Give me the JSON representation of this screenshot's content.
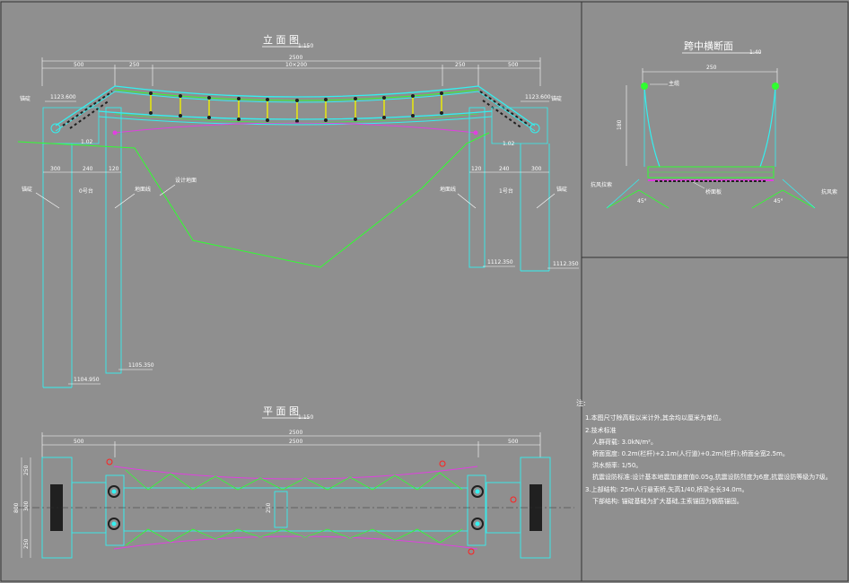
{
  "elevation": {
    "title": "立 面 图",
    "scale": "1:150",
    "dims_top": [
      "500",
      "250",
      "10×200",
      "250",
      "500"
    ],
    "overall": "2500",
    "left_elev": "1123.600",
    "right_elev": "1123.600",
    "left_slope": "1.02",
    "right_slope": "1.02",
    "left_label": "锚碇",
    "right_label": "锚碇",
    "left_abut": "0号台",
    "right_abut": "1号台",
    "left_pier_dims": [
      "300",
      "240",
      "120"
    ],
    "right_pier_dims": [
      "120",
      "240",
      "300"
    ],
    "label_ground_left": "地面线",
    "label_design_left": "设计地面",
    "label_ground_right": "地面线",
    "bottom_elev_1": "1104.950",
    "bottom_elev_2": "1105.350",
    "bottom_elev_3": "1112.350",
    "bottom_elev_4": "1112.350",
    "left_anchor": "锚碇",
    "right_anchor": "锚碇"
  },
  "section": {
    "title": "跨中横断面",
    "scale": "1:40",
    "width_dim": "250",
    "height_dim": "180",
    "label_top": "主缆",
    "label_left": "抗风拉索",
    "label_right": "抗风索",
    "label_deck": "桥面板",
    "angle_left": "45°",
    "angle_right": "45°"
  },
  "plan": {
    "title": "平 面 图",
    "scale": "1:150",
    "dims_top": [
      "500",
      "2500",
      "500"
    ],
    "overall": "2500",
    "side_dims": [
      "250",
      "300",
      "250"
    ],
    "side_total": "800",
    "mid_dim": "250"
  },
  "notes": {
    "heading": "注:",
    "items": [
      "1.本图尺寸除高程以米计外,其余均以厘米为单位。",
      "2.技术标准",
      "人群荷载: 3.0kN/m²。",
      "桥面宽度: 0.2m(栏杆)+2.1m(人行道)+0.2m(栏杆);桥面全宽2.5m。",
      "洪水频率: 1/50。",
      "抗震设防标准:设计基本地震加速度值0.05g,抗震设防烈度为6度,抗震设防等级为7级。",
      "3.上部结构: 25m人行悬索桥,矢高1/40,桥梁全长34.0m。",
      "下部结构: 锚碇基础为扩大基础,主索锚固为钢筋锚固。"
    ]
  },
  "colors": {
    "background": "#8f8f8f",
    "frame": "#333333",
    "cyan": "#33f0f0",
    "green": "#30ff30",
    "magenta": "#e040e0",
    "yellow": "#f0f000",
    "white": "#ffffff",
    "red": "#ff2020",
    "dark": "#202020"
  }
}
